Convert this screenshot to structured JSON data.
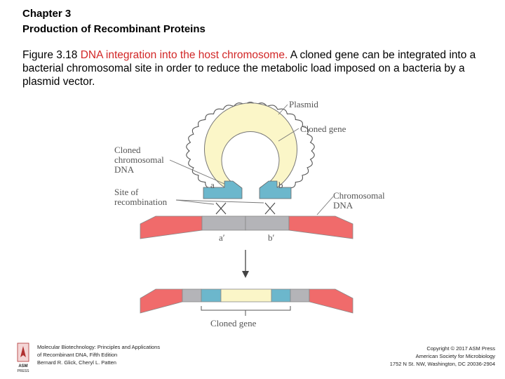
{
  "header": {
    "chapter": "Chapter 3",
    "chapter_title": "Production of Recombinant Proteins"
  },
  "caption": {
    "figure_number": "Figure 3.18",
    "figure_title": "DNA integration into the host chromosome.",
    "description": "A cloned gene can be integrated into a bacterial chromosomal site in order to reduce the metabolic load imposed on a bacteria by a plasmid vector."
  },
  "diagram": {
    "labels": {
      "plasmid": "Plasmid",
      "cloned_gene_top": "Cloned gene",
      "cloned_chromosomal_dna": [
        "Cloned",
        "chromosomal",
        "DNA"
      ],
      "site_of_recombination": [
        "Site of",
        "recombination"
      ],
      "chromosomal_dna": [
        "Chromosomal",
        "DNA"
      ],
      "site_a": "a",
      "site_b": "b",
      "site_a_prime": "a′",
      "site_b_prime": "b′",
      "cloned_gene_bottom": "Cloned gene"
    },
    "colors": {
      "chromosome": "#f06b6b",
      "site": "#b4b4b8",
      "cloned_dna": "#6cb7cc",
      "gene": "#fbf6c8"
    }
  },
  "footer": {
    "left_lines": [
      "Molecular Biotechnology: Principles and Applications",
      "of Recombinant DNA, Fifth Edition",
      "Bernard R. Glick, Cheryl L. Patten"
    ],
    "right_lines": [
      "Copyright © 2017 ASM Press",
      "American Society for Microbiology",
      "1752 N St. NW, Washington, DC 20036-2904"
    ],
    "logo_text": "ASM PRESS"
  }
}
